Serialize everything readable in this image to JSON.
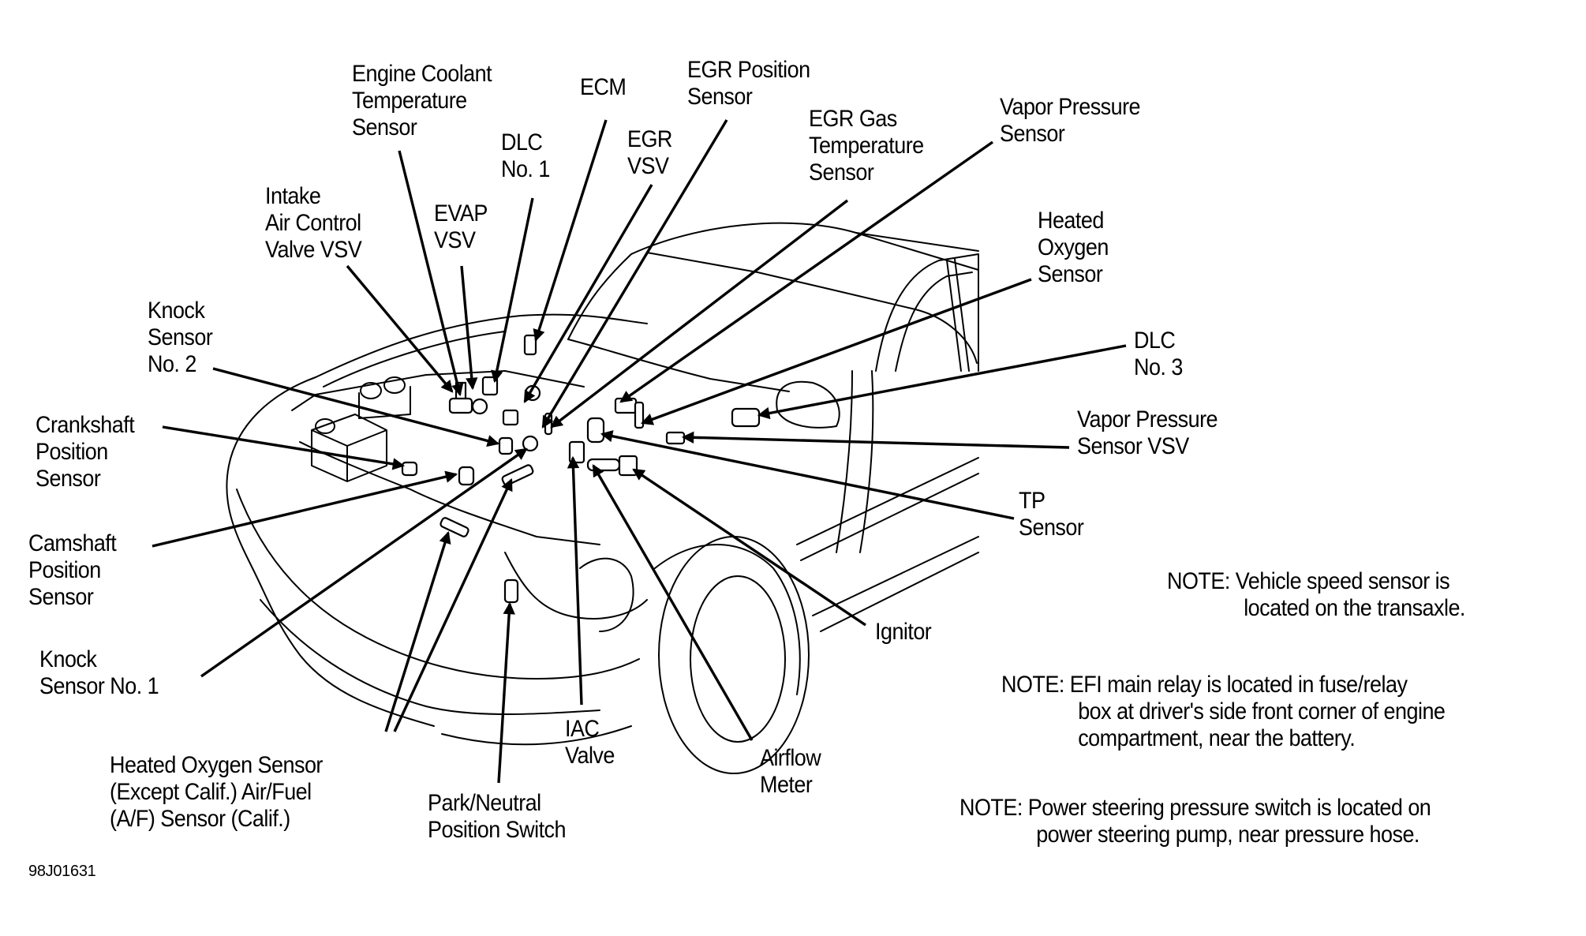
{
  "diagram": {
    "title": "Engine component locations",
    "figure_id": "98J01631",
    "line_color": "#000000",
    "background": "#ffffff"
  },
  "labels": [
    {
      "id": "engine-coolant-temp-sensor",
      "text": "Engine Coolant\nTemperature\nSensor"
    },
    {
      "id": "ecm",
      "text": "ECM"
    },
    {
      "id": "egr-position-sensor",
      "text": "EGR Position\nSensor"
    },
    {
      "id": "dlc-no1",
      "text": "DLC\nNo. 1"
    },
    {
      "id": "egr-vsv",
      "text": "EGR\nVSV"
    },
    {
      "id": "egr-gas-temp-sensor",
      "text": "EGR Gas\nTemperature\nSensor"
    },
    {
      "id": "vapor-pressure-sensor",
      "text": "Vapor Pressure\nSensor"
    },
    {
      "id": "intake-air-control-valve-vsv",
      "text": "Intake\nAir Control\nValve VSV"
    },
    {
      "id": "evap-vsv",
      "text": "EVAP\nVSV"
    },
    {
      "id": "heated-oxygen-sensor-rear",
      "text": "Heated\nOxygen\nSensor"
    },
    {
      "id": "knock-sensor-no2",
      "text": "Knock\nSensor\nNo. 2"
    },
    {
      "id": "dlc-no3",
      "text": "DLC\nNo. 3"
    },
    {
      "id": "crankshaft-position-sensor",
      "text": "Crankshaft\nPosition\nSensor"
    },
    {
      "id": "vapor-pressure-sensor-vsv",
      "text": "Vapor Pressure\nSensor VSV"
    },
    {
      "id": "tp-sensor",
      "text": "TP\nSensor"
    },
    {
      "id": "camshaft-position-sensor",
      "text": "Camshaft\nPosition\nSensor"
    },
    {
      "id": "ignitor",
      "text": "Ignitor"
    },
    {
      "id": "knock-sensor-no1",
      "text": "Knock\nSensor No. 1"
    },
    {
      "id": "iac-valve",
      "text": "IAC\nValve"
    },
    {
      "id": "airflow-meter",
      "text": "Airflow\nMeter"
    },
    {
      "id": "heated-oxygen-sensor-af",
      "text": "Heated Oxygen Sensor\n(Except Calif.) Air/Fuel\n(A/F) Sensor (Calif.)"
    },
    {
      "id": "park-neutral-position-switch",
      "text": "Park/Neutral\nPosition Switch"
    }
  ],
  "notes": [
    {
      "head": "NOTE:",
      "lines": [
        "Vehicle speed sensor is",
        "located on the transaxle."
      ]
    },
    {
      "head": "NOTE:",
      "lines": [
        "EFI main relay is located in fuse/relay",
        "box at driver's side front corner of engine",
        "compartment, near the battery."
      ]
    },
    {
      "head": "NOTE:",
      "lines": [
        "Power steering pressure switch is located on",
        "power steering pump, near pressure hose."
      ]
    }
  ]
}
